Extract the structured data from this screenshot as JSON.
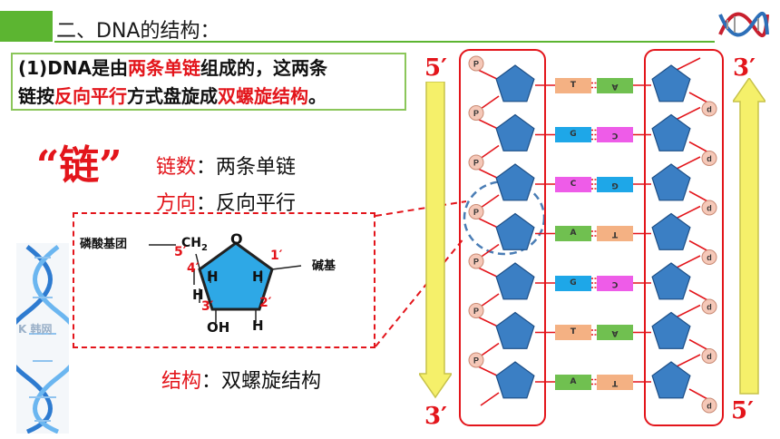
{
  "header": {
    "title": "二、DNA的结构："
  },
  "intro": {
    "prefix": "(1)DNA是由",
    "hl1": "两条单链",
    "mid1": "组成的，这两条",
    "mid2": "链按",
    "hl2": "反向平行",
    "mid3": "方式盘旋成",
    "hl3": "双螺旋结构",
    "suffix": "。"
  },
  "chain": {
    "big": "“链”",
    "count_key": "链数",
    "count_val": "：两条单链",
    "dir_key": "方向",
    "dir_val": "：反向平行",
    "struct_key": "结构",
    "struct_val": "：双螺旋结构"
  },
  "sugar_diagram": {
    "phosphate_label": "磷酸基团",
    "base_label": "碱基",
    "ch2": "CH",
    "ch2_sub": "2",
    "ring_o": "O",
    "oh": "OH",
    "h": "H",
    "n1": "1′",
    "n2": "2′",
    "n3": "3′",
    "n4": "4′",
    "n5": "5′"
  },
  "thumb_watermark": "K  韩网",
  "ends": {
    "top_left": "5′",
    "top_right": "3′",
    "bottom_left": "3′",
    "bottom_right": "5′"
  },
  "phosphate_letter": "P",
  "phosphate_letter_flipped": "d",
  "base_pairs": [
    {
      "left": "T",
      "right": "A",
      "left_color": "#f4b183",
      "right_color": "#70c050"
    },
    {
      "left": "G",
      "right": "C",
      "left_color": "#1ea7e8",
      "right_color": "#ee5ce8"
    },
    {
      "left": "C",
      "right": "G",
      "left_color": "#ee5ce8",
      "right_color": "#1ea7e8"
    },
    {
      "left": "A",
      "right": "T",
      "left_color": "#70c050",
      "right_color": "#f4b183"
    },
    {
      "left": "G",
      "right": "C",
      "left_color": "#1ea7e8",
      "right_color": "#ee5ce8"
    },
    {
      "left": "T",
      "right": "A",
      "left_color": "#f4b183",
      "right_color": "#70c050"
    },
    {
      "left": "A",
      "right": "T",
      "left_color": "#70c050",
      "right_color": "#f4b183"
    }
  ],
  "colors": {
    "accent_green": "#5cb531",
    "highlight_red": "#e3151b",
    "sugar_blue": "#3b7fc4",
    "arrow_yellow": "#f5f06a"
  }
}
